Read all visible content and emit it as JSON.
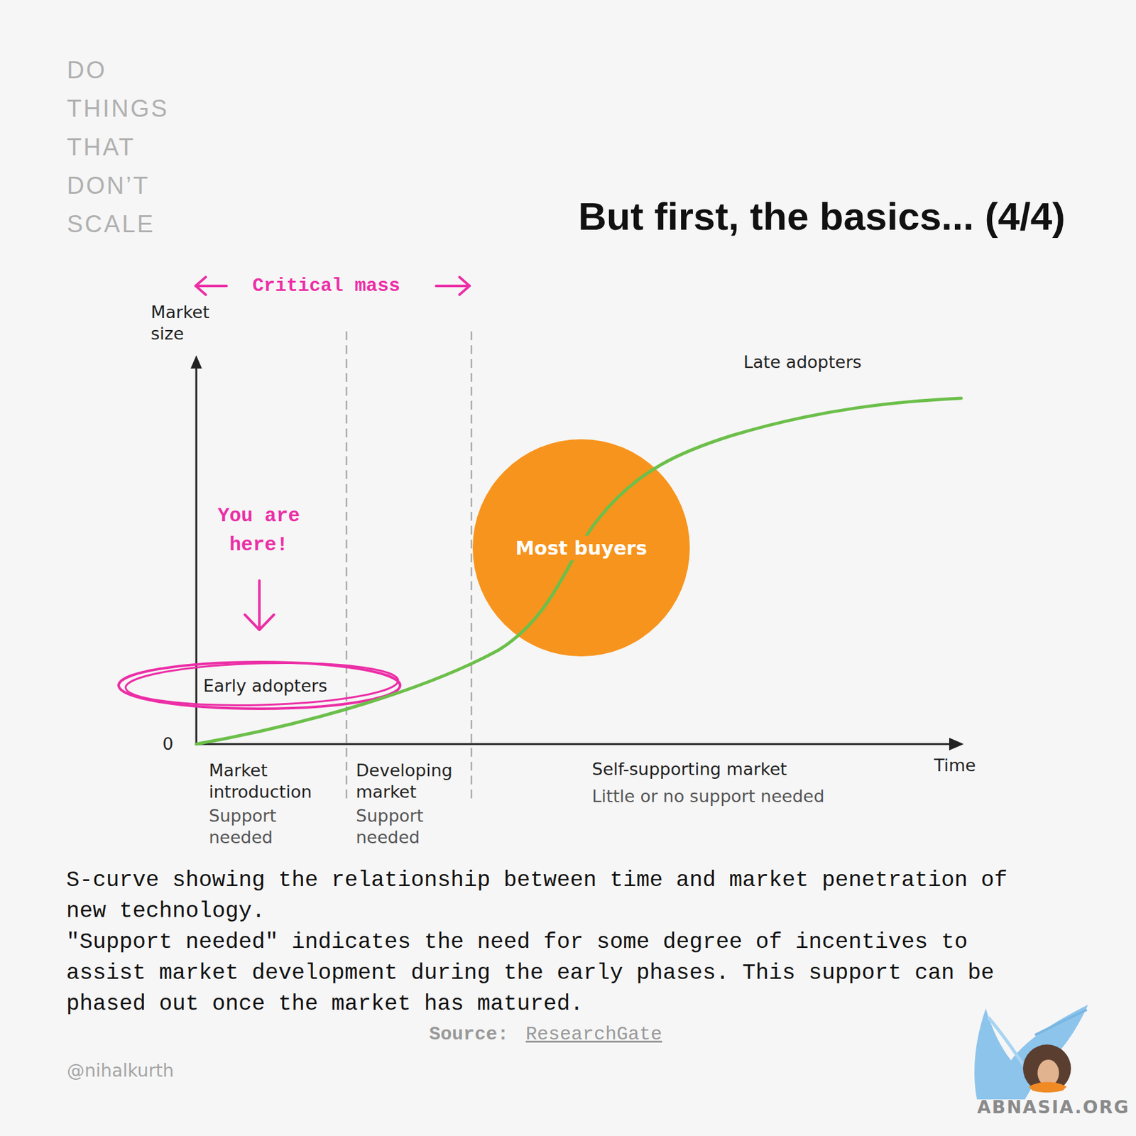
{
  "diagram": {
    "title": "But first, the basics... (4/4)",
    "caption": "S-curve showing the relationship between time and market penetration of new technology.",
    "nodes": [
      {
        "text": [
          "Early adopters"
        ]
      },
      {
        "text": [
          "Most buyers"
        ]
      }
    ],
    "labels": [
      "DO THINGS THAT DON’T SCALE",
      "Critical mass",
      "Market size",
      "Late adopters",
      "You are here!",
      "0",
      "Market introduction",
      "Support needed",
      "Developing market",
      "Support needed",
      "Self-supporting market",
      "Little or no support needed",
      "Time",
      "\"Support needed\" indicates the need for some degree of incentives to assist market development during the early phases. This support can be phased out once the market has matured.",
      "Source:",
      "ResearchGate",
      "@nihalkurth",
      "ABNASIA.ORG"
    ]
  }
}
